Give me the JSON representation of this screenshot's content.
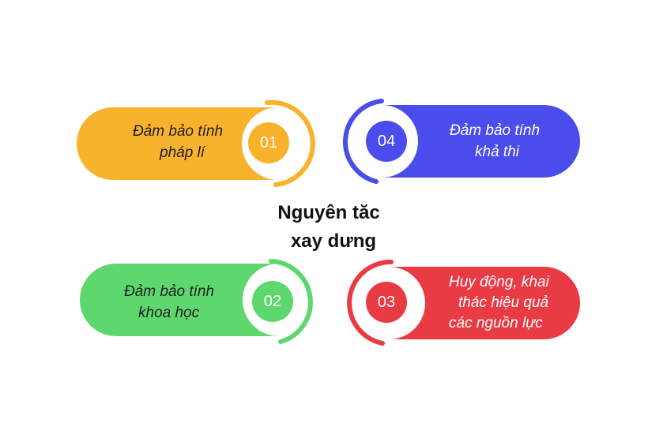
{
  "center": {
    "line1": "Nguyên tăc",
    "line2": "xay dưng"
  },
  "items": [
    {
      "number": "01",
      "lines": [
        "Đảm bảo tính",
        "pháp lí"
      ],
      "color": "#F9B22B"
    },
    {
      "number": "02",
      "lines": [
        "Đảm bảo tính",
        "khoa học"
      ],
      "color": "#5ED86E"
    },
    {
      "number": "03",
      "lines": [
        "Huy động, khai",
        "thác hiệu quả",
        "các nguồn lực"
      ],
      "color": "#E93B44"
    },
    {
      "number": "04",
      "lines": [
        "Đảm bảo tính",
        "khả thi"
      ],
      "color": "#4A4DEB"
    }
  ]
}
